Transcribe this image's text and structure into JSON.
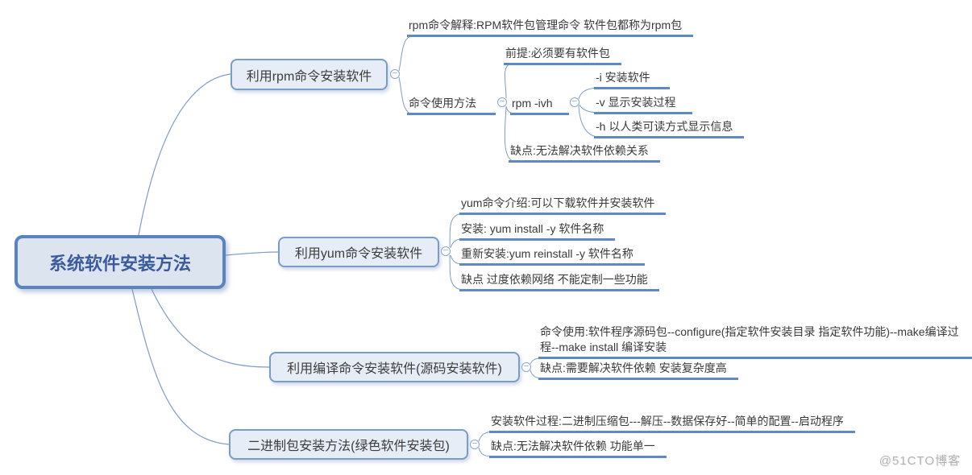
{
  "icons": {
    "collapse": "−"
  },
  "colors": {
    "line": "#7e9cc8",
    "underline": "#5d89c6",
    "node_border": "#7a9cc9",
    "node_bg": "#e7edf6",
    "root_border": "#5b83c0",
    "root_bg": "#dce4f0",
    "root_text": "#3a5c9e",
    "text": "#3a3a3a"
  },
  "watermark": {
    "text": "@51CTO博客"
  },
  "mindmap": {
    "root": {
      "label": "系统软件安装方法"
    },
    "branches": [
      {
        "label": "利用rpm命令安装软件",
        "children": [
          {
            "label": "rpm命令解释:RPM软件包管理命令 软件包都称为rpm包"
          },
          {
            "label": "命令使用方法",
            "children": [
              {
                "label": "前提:必须要有软件包"
              },
              {
                "label": "rpm -ivh",
                "children": [
                  {
                    "label": "-i 安装软件"
                  },
                  {
                    "label": "-v  显示安装过程"
                  },
                  {
                    "label": "-h 以人类可读方式显示信息"
                  }
                ]
              },
              {
                "label": "缺点:无法解决软件依赖关系"
              }
            ]
          }
        ]
      },
      {
        "label": "利用yum命令安装软件",
        "children": [
          {
            "label": "yum命令介绍:可以下载软件并安装软件"
          },
          {
            "label": "安装: yum install -y 软件名称"
          },
          {
            "label": "重新安装:yum reinstall -y 软件名称"
          },
          {
            "label": "缺点 过度依赖网络 不能定制一些功能"
          }
        ]
      },
      {
        "label": "利用编译命令安装软件(源码安装软件)",
        "children": [
          {
            "label": "命令使用:软件程序源码包--configure(指定软件安装目录  指定软件功能)--make编译过程--make install 编译安装"
          },
          {
            "label": "缺点:需要解决软件依赖  安装复杂度高"
          }
        ]
      },
      {
        "label": "二进制包安装方法(绿色软件安装包)",
        "children": [
          {
            "label": "安装软件过程:二进制压缩包---解压--数据保存好--简单的配置--启动程序"
          },
          {
            "label": "缺点:无法解决软件依赖 功能单一"
          }
        ]
      }
    ]
  }
}
